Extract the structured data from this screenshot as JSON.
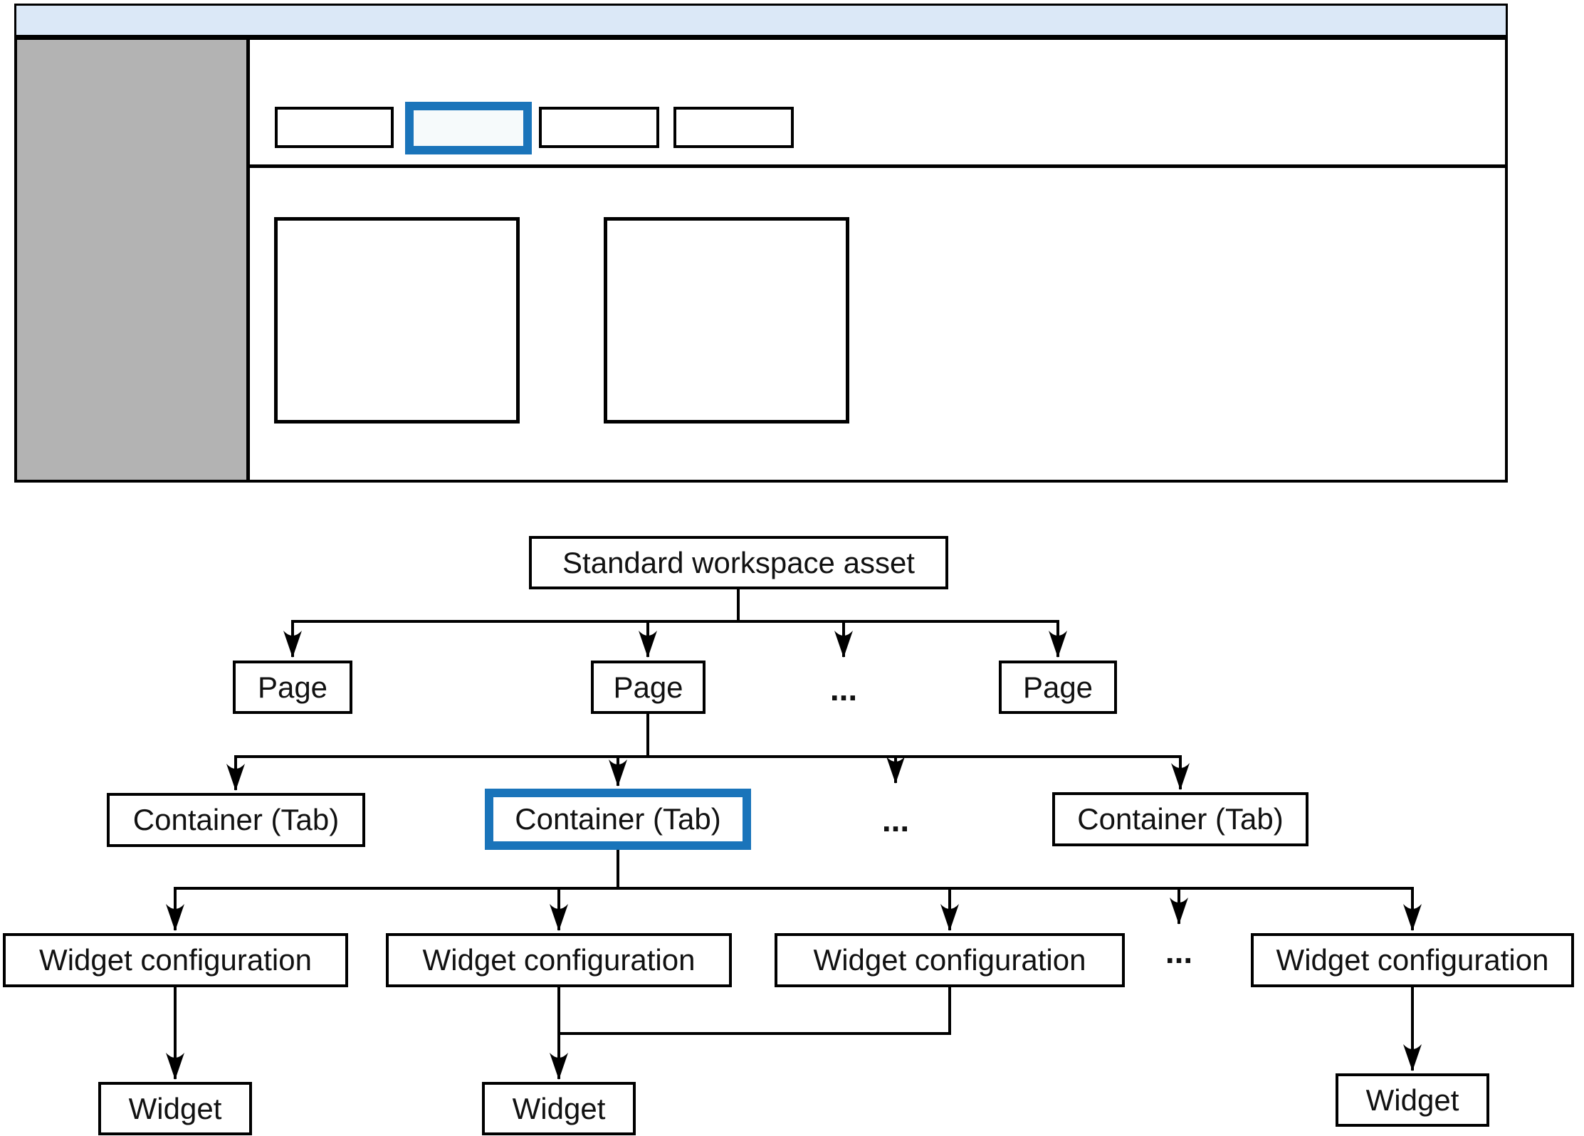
{
  "colors": {
    "accent_blue": "#1a74ba",
    "topbar_fill": "#dbe8f7",
    "sidebar_fill": "#b3b3b3",
    "active_tab_fill": "#f6fafb",
    "line": "#000000"
  },
  "wireframe": {
    "description": "workspace page mock with header bar, sidebar, four tabs (second active) and two widget placeholders"
  },
  "diagram": {
    "ellipsis": "...",
    "root": {
      "label": "Standard workspace asset"
    },
    "pages": [
      {
        "label": "Page"
      },
      {
        "label": "Page"
      },
      {
        "label": "Page"
      }
    ],
    "containers": [
      {
        "label": "Container (Tab)",
        "active": false
      },
      {
        "label": "Container (Tab)",
        "active": true
      },
      {
        "label": "Container (Tab)",
        "active": false
      }
    ],
    "widget_configs": [
      {
        "label": "Widget configuration"
      },
      {
        "label": "Widget configuration"
      },
      {
        "label": "Widget configuration"
      },
      {
        "label": "Widget configuration"
      }
    ],
    "widgets": [
      {
        "label": "Widget"
      },
      {
        "label": "Widget"
      },
      {
        "label": "Widget"
      }
    ]
  }
}
